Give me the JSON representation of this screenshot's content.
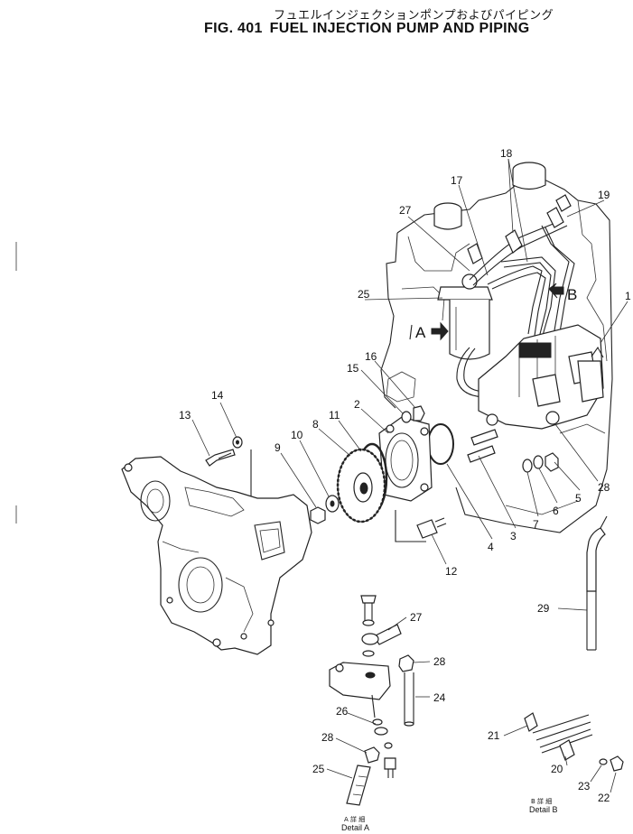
{
  "header": {
    "title_jp": "フュエルインジェクションポンプおよびパイピング",
    "fig_number": "FIG. 401",
    "title_en": "FUEL INJECTION PUMP AND PIPING"
  },
  "callouts": [
    {
      "id": "c1",
      "label": "1"
    },
    {
      "id": "c2",
      "label": "2"
    },
    {
      "id": "c3",
      "label": "3"
    },
    {
      "id": "c4",
      "label": "4"
    },
    {
      "id": "c5",
      "label": "5"
    },
    {
      "id": "c6",
      "label": "6"
    },
    {
      "id": "c7",
      "label": "7"
    },
    {
      "id": "c8",
      "label": "8"
    },
    {
      "id": "c9",
      "label": "9"
    },
    {
      "id": "c10",
      "label": "10"
    },
    {
      "id": "c11",
      "label": "11"
    },
    {
      "id": "c12",
      "label": "12"
    },
    {
      "id": "c13",
      "label": "13"
    },
    {
      "id": "c14",
      "label": "14"
    },
    {
      "id": "c15",
      "label": "15"
    },
    {
      "id": "c16",
      "label": "16"
    },
    {
      "id": "c17",
      "label": "17"
    },
    {
      "id": "c18",
      "label": "18"
    },
    {
      "id": "c19",
      "label": "19"
    },
    {
      "id": "c25",
      "label": "25"
    },
    {
      "id": "c27",
      "label": "27"
    },
    {
      "id": "c28",
      "label": "28"
    },
    {
      "id": "c29",
      "label": "29"
    },
    {
      "id": "dA27",
      "label": "27"
    },
    {
      "id": "dA28a",
      "label": "28"
    },
    {
      "id": "dA24",
      "label": "24"
    },
    {
      "id": "dA26",
      "label": "26"
    },
    {
      "id": "dA28b",
      "label": "28"
    },
    {
      "id": "dA25",
      "label": "25"
    },
    {
      "id": "dB21",
      "label": "21"
    },
    {
      "id": "dB20",
      "label": "20"
    },
    {
      "id": "dB23",
      "label": "23"
    },
    {
      "id": "dB22",
      "label": "22"
    }
  ],
  "views": {
    "a": "A",
    "b": "B"
  },
  "details": {
    "a_jp": "A 詳 細",
    "a_en": "Detail A",
    "b_jp": "B 詳 細",
    "b_en": "Detail B"
  }
}
